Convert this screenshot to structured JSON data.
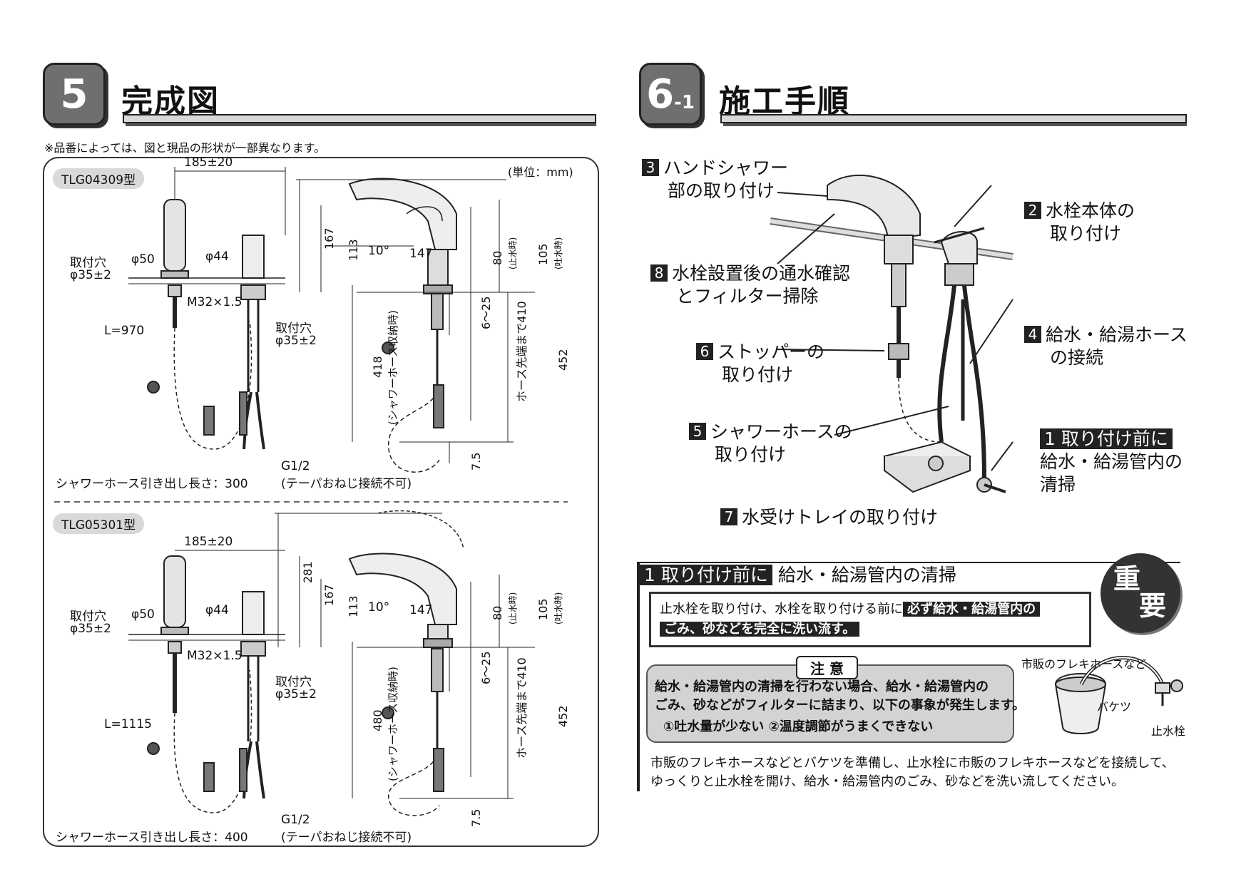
{
  "left": {
    "number": "5",
    "title": "完成図",
    "note": "※品番によっては、図と現品の形状が一部異なります。",
    "unit": "(単位：mm)",
    "model1": {
      "name": "TLG04309型",
      "width": "185±20",
      "hole_label": "取付穴",
      "hole": "φ35±2",
      "d50": "φ50",
      "d44": "φ44",
      "thread": "M32×1.5",
      "hole2_label": "取付穴",
      "hole2": "φ35±2",
      "length": "L=970",
      "g": "G1/2",
      "g_note": "(テーパおねじ接続不可)",
      "hose": "シャワーホース引き出し長さ：300",
      "h167": "167",
      "h113": "113",
      "angle": "10°",
      "w147": "147",
      "h80": "80",
      "h80n": "(止水時)",
      "h105": "105",
      "h105n": "(吐水時)",
      "h418": "418",
      "h418n": "(シャワーホース収納時)",
      "h6_25": "6～25",
      "h410": "ホース先端まで410",
      "h452": "452",
      "h7_5": "7.5"
    },
    "model2": {
      "name": "TLG05301型",
      "width": "185±20",
      "hole_label": "取付穴",
      "hole": "φ35±2",
      "d50": "φ50",
      "d44": "φ44",
      "thread": "M32×1.5",
      "hole2_label": "取付穴",
      "hole2": "φ35±2",
      "length": "L=1115",
      "g": "G1/2",
      "g_note": "(テーパおねじ接続不可)",
      "hose": "シャワーホース引き出し長さ：400",
      "h281": "281",
      "h167": "167",
      "h113": "113",
      "angle": "10°",
      "w147": "147",
      "h80": "80",
      "h80n": "(止水時)",
      "h105": "105",
      "h105n": "(吐水時)",
      "h480": "480",
      "h480n": "(シャワーホース収納時)",
      "h6_25": "6～25",
      "h410": "ホース先端まで410",
      "h452": "452",
      "h7_5": "7.5"
    }
  },
  "right": {
    "number": "6",
    "number_sub": "-1",
    "title": "施工手順",
    "steps": {
      "s3n": "3",
      "s3a": "ハンドシャワー",
      "s3b": "部の取り付け",
      "s2n": "2",
      "s2a": "水栓本体の",
      "s2b": "取り付け",
      "s8n": "8",
      "s8a": "水栓設置後の通水確認",
      "s8b": "とフィルター掃除",
      "s6n": "6",
      "s6a": "ストッパーの",
      "s6b": "取り付け",
      "s4n": "4",
      "s4a": "給水・給湯ホース",
      "s4b": "の接続",
      "s5n": "5",
      "s5a": "シャワーホースの",
      "s5b": "取り付け",
      "s1a": "1 取り付け前に",
      "s1b": "給水・給湯管内の",
      "s1c": "清掃",
      "s7n": "7",
      "s7a": "水受けトレイの取り付け"
    },
    "section1": {
      "head_hl": "1 取り付け前に",
      "head": "給水・給湯管内の清掃",
      "box_a": "止水栓を取り付け、水栓を取り付ける前に",
      "box_b": "必ず給水・給湯管内の",
      "box_c": "ごみ、砂などを完全に洗い流す。",
      "badge_1": "重",
      "badge_2": "要",
      "caution_head": "注 意",
      "caution_1": "給水・給湯管内の清掃を行わない場合、給水・給湯管内の",
      "caution_2": "ごみ、砂などがフィルターに詰まり、以下の事象が発生します。",
      "caution_3": "①吐水量が少ない ②温度調節がうまくできない",
      "fig_hose": "市販のフレキホースなど",
      "fig_bucket": "バケツ",
      "fig_valve": "止水栓",
      "para_1": "市販のフレキホースなどとバケツを準備し、止水栓に市販のフレキホースなどを接続して、",
      "para_2": "ゆっくりと止水栓を開け、給水・給湯管内のごみ、砂などを洗い流してください。"
    }
  }
}
